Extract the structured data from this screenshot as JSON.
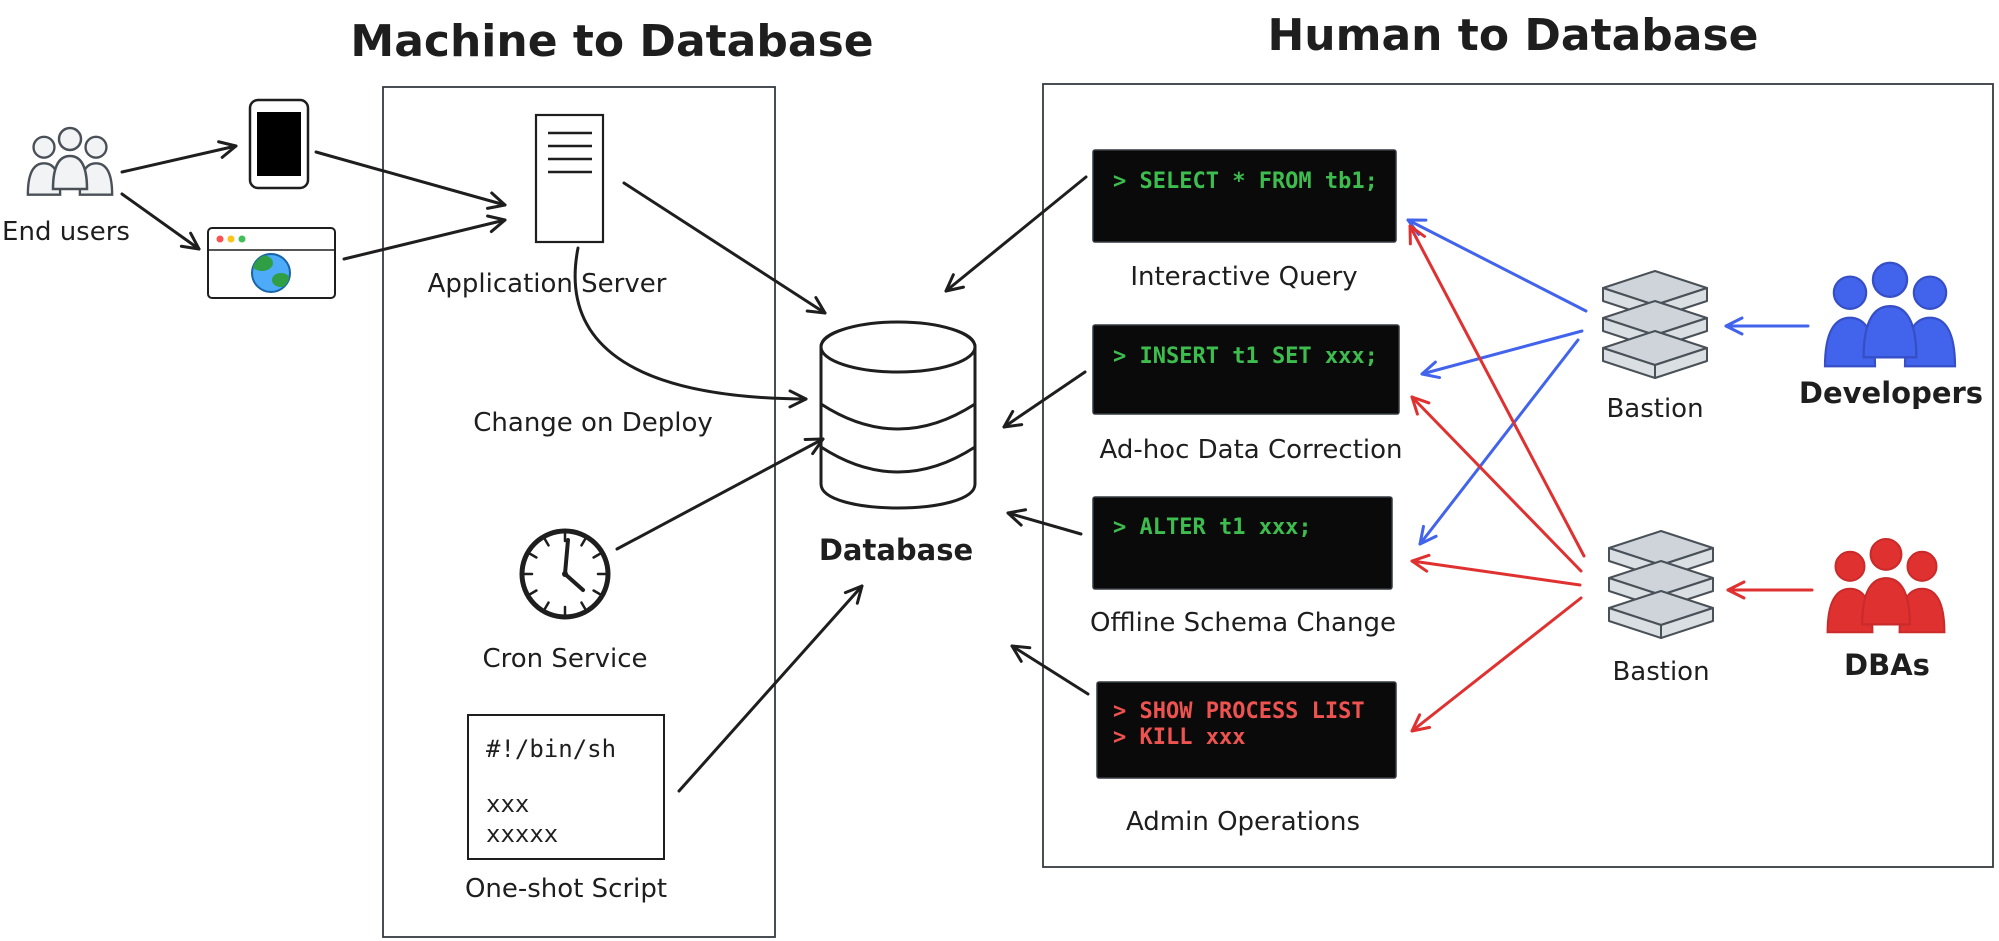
{
  "titles": {
    "machine": "Machine to Database",
    "human": "Human to Database"
  },
  "machine": {
    "end_users_label": "End users",
    "application_server_label": "Application Server",
    "change_on_deploy_label": "Change on Deploy",
    "cron_service_label": "Cron Service",
    "one_shot_script_label": "One-shot Script",
    "script": {
      "lines": [
        "#!/bin/sh",
        "xxx",
        "xxxxx"
      ]
    }
  },
  "database": {
    "label": "Database"
  },
  "human": {
    "terminals": [
      {
        "lines": [
          "> SELECT * FROM tb1;"
        ],
        "label": "Interactive Query"
      },
      {
        "lines": [
          "> INSERT t1 SET xxx;"
        ],
        "label": "Ad-hoc Data Correction"
      },
      {
        "lines": [
          "> ALTER t1 xxx;"
        ],
        "label": "Offline Schema Change"
      },
      {
        "lines": [
          "> SHOW PROCESS LIST",
          "> KILL xxx"
        ],
        "label": "Admin Operations"
      }
    ],
    "bastion_top_label": "Bastion",
    "bastion_bottom_label": "Bastion",
    "developers_label": "Developers",
    "dbas_label": "DBAs"
  },
  "icons": {
    "end_users": "people-group-icon",
    "phone": "smartphone-icon",
    "browser": "browser-window-icon",
    "application_server": "document-server-icon",
    "cron": "clock-icon",
    "script": "shell-script-icon",
    "database": "database-cylinder-icon",
    "bastion": "server-stack-icon",
    "developers": "people-group-icon",
    "dbas": "people-group-icon"
  },
  "colors": {
    "stroke": "#1e1e1e",
    "blue": "#4263eb",
    "red": "#e03131",
    "terminal_green": "#3dbd4e",
    "terminal_red": "#ef5350",
    "bastion_fill": "#ced4da"
  }
}
